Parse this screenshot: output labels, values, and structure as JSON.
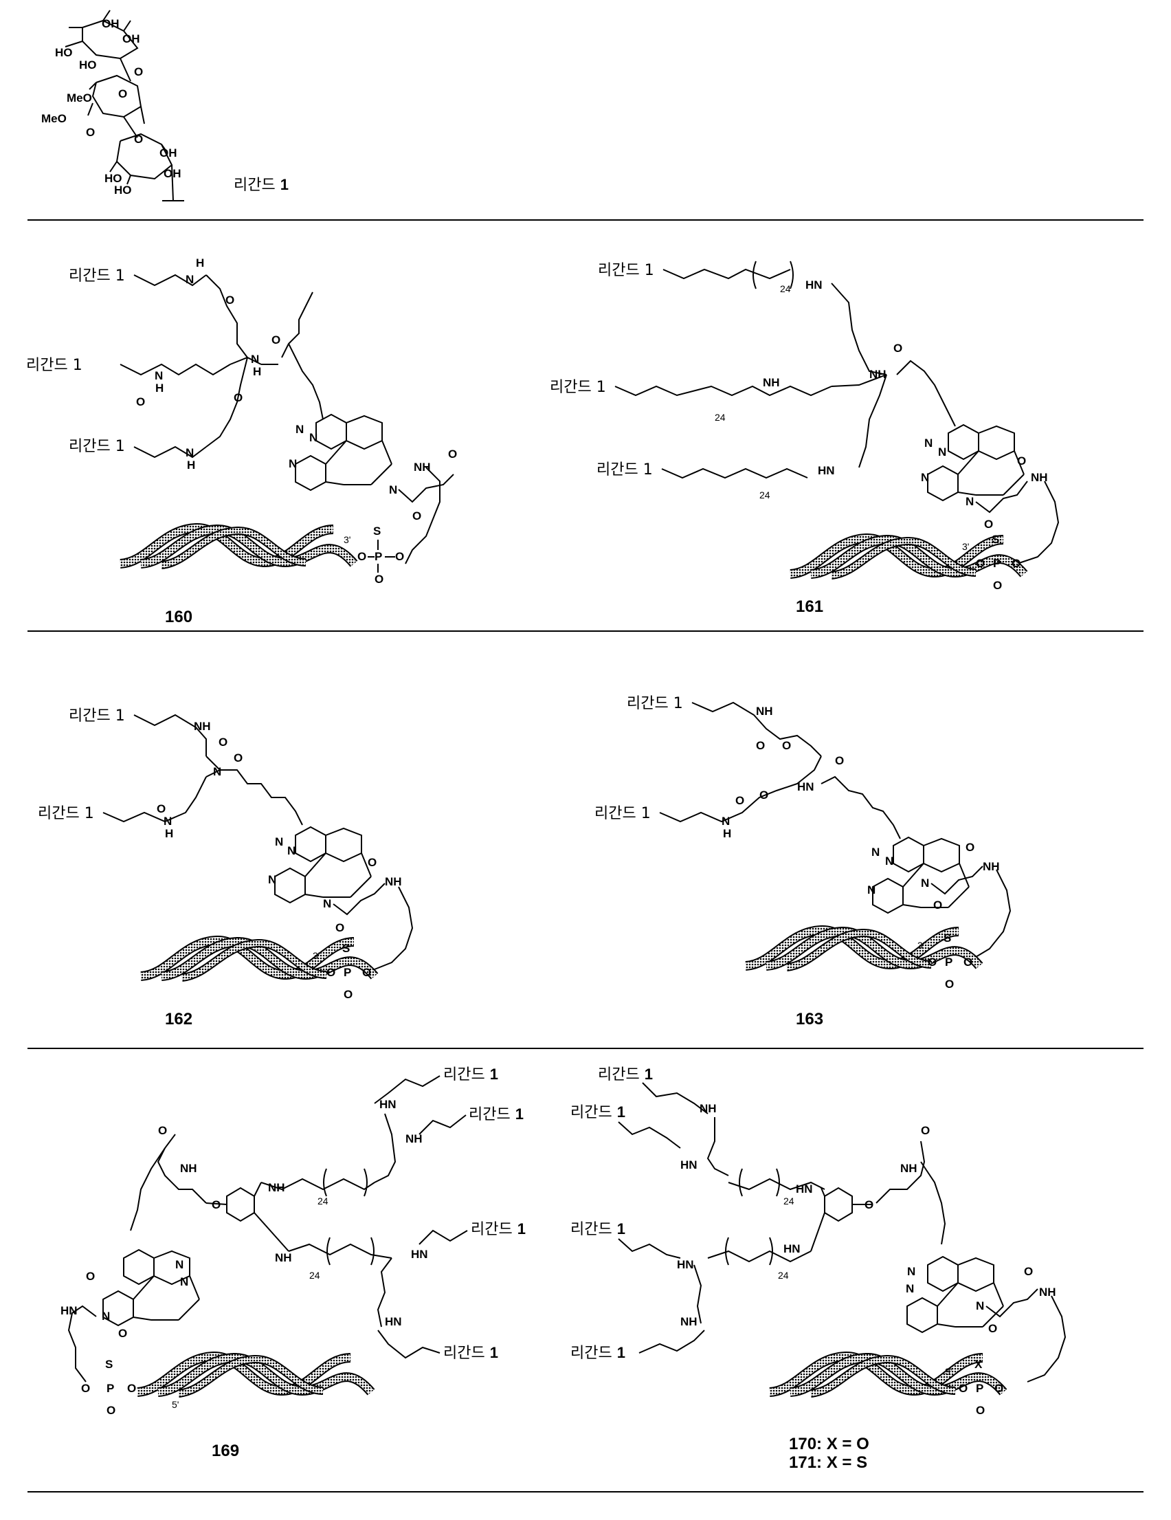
{
  "ligand_label": "리간드",
  "ligand_number": "1",
  "ligand_full": "리간드 1",
  "atoms": {
    "OH": "OH",
    "HO": "HO",
    "MeO": "MeO",
    "O": "O",
    "N": "N",
    "H": "H",
    "NH": "NH",
    "HN": "HN",
    "S": "S",
    "P": "P",
    "X": "X",
    "O_minus": "O",
    "N3": "N",
    "minus": "-"
  },
  "repeat_24": "24",
  "prime_3": "3'",
  "prime_5": "5'",
  "compounds": {
    "c160": "160",
    "c161": "161",
    "c162": "162",
    "c163": "163",
    "c169": "169",
    "c170": "170: X = O",
    "c171": "171: X = S"
  }
}
